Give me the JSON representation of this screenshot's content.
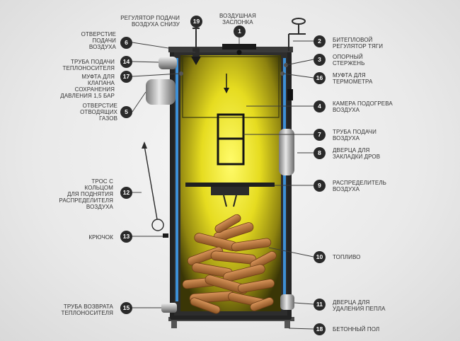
{
  "callouts": [
    {
      "num": "1",
      "lines": [
        "ВОЗДУШНАЯ",
        "ЗАСЛОНКА"
      ]
    },
    {
      "num": "2",
      "lines": [
        "БИТЕПЛОВОЙ",
        "РЕГУЛЯТОР ТЯГИ"
      ]
    },
    {
      "num": "3",
      "lines": [
        "ОПОРНЫЙ",
        "СТЕРЖЕНЬ"
      ]
    },
    {
      "num": "4",
      "lines": [
        "КАМЕРА ПОДОГРЕВА",
        "ВОЗДУХА"
      ]
    },
    {
      "num": "5",
      "lines": [
        "ОТВЕРСТИЕ",
        "ОТВОДЯЩИХ",
        "ГАЗОВ"
      ]
    },
    {
      "num": "6",
      "lines": [
        "ОТВЕРСТИЕ",
        "ПОДАЧИ",
        "ВОЗДУХА"
      ]
    },
    {
      "num": "7",
      "lines": [
        "ТРУБА ПОДАЧИ",
        "ВОЗДУХА"
      ]
    },
    {
      "num": "8",
      "lines": [
        "ДВЕРЦА ДЛЯ",
        "ЗАКЛАДКИ ДРОВ"
      ]
    },
    {
      "num": "9",
      "lines": [
        "РАСПРЕДЕЛИТЕЛЬ",
        "ВОЗДУХА"
      ]
    },
    {
      "num": "10",
      "lines": [
        "ТОПЛИВО"
      ]
    },
    {
      "num": "11",
      "lines": [
        "ДВЕРЦА ДЛЯ",
        "УДАЛЕНИЯ ПЕПЛА"
      ]
    },
    {
      "num": "12",
      "lines": [
        "ТРОС С",
        "КОЛЬЦОМ",
        "ДЛЯ ПОДНЯТИЯ",
        "РАСПРЕДЕЛИТЕЛЯ",
        "ВОЗДУХА"
      ]
    },
    {
      "num": "13",
      "lines": [
        "КРЮЧОК"
      ]
    },
    {
      "num": "14",
      "lines": [
        "ТРУБА ПОДАЧИ",
        "ТЕПЛОНОСИТЕЛЯ"
      ]
    },
    {
      "num": "15",
      "lines": [
        "ТРУБА ВОЗВРАТА",
        "ТЕПЛОНОСИТЕЛЯ"
      ]
    },
    {
      "num": "16",
      "lines": [
        "МУФТА ДЛЯ",
        "ТЕРМОМЕТРА"
      ]
    },
    {
      "num": "17",
      "lines": [
        "МУФТА ДЛЯ",
        "КЛАПАНА",
        "СОХРАНЕНИЯ",
        "ДАВЛЕНИЯ 1,5 БАР"
      ]
    },
    {
      "num": "18",
      "lines": [
        "БЕТОННЫЙ ПОЛ"
      ]
    },
    {
      "num": "19",
      "lines": [
        "РЕГУЛЯТОР ПОДАЧИ",
        "ВОЗДУХА СНИЗУ"
      ]
    }
  ],
  "colors": {
    "flame_center": "#fff95a",
    "flame_edge": "#b7a800",
    "body_dark": "#262626",
    "water_jacket": "#3d8fd6",
    "wood": "#b8733a"
  }
}
